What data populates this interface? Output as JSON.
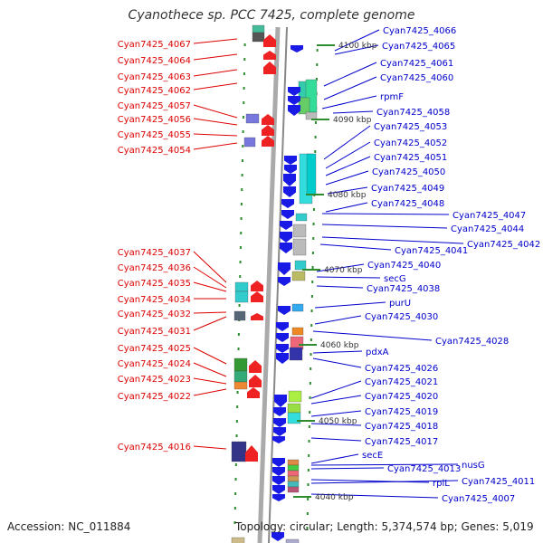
{
  "title": "Cyanothece sp. PCC 7425, complete genome",
  "accession": "Accession: NC_011884",
  "topology": "Topology: circular; Length: 5,374,574 bp; Genes: 5,019",
  "colors": {
    "left_label": "#dd0000",
    "right_label": "#0000cc",
    "left_strand_arrow": "#ee2222",
    "right_strand_arrow": "#1a1ae6",
    "backbone": "#999999",
    "tick": "#2e8b2e"
  },
  "ticks": [
    "4100 kbp",
    "4090 kbp",
    "4080 kbp",
    "4070 kbp",
    "4060 kbp",
    "4050 kbp",
    "4040 kbp"
  ],
  "left_labels": [
    "Cyan7425_4067",
    "Cyan7425_4064",
    "Cyan7425_4063",
    "Cyan7425_4062",
    "Cyan7425_4057",
    "Cyan7425_4056",
    "Cyan7425_4055",
    "Cyan7425_4054",
    "Cyan7425_4037",
    "Cyan7425_4036",
    "Cyan7425_4035",
    "Cyan7425_4034",
    "Cyan7425_4032",
    "Cyan7425_4031",
    "Cyan7425_4025",
    "Cyan7425_4024",
    "Cyan7425_4023",
    "Cyan7425_4022",
    "Cyan7425_4016"
  ],
  "right_labels": [
    "Cyan7425_4066",
    "Cyan7425_4065",
    "Cyan7425_4061",
    "Cyan7425_4060",
    "rpmF",
    "Cyan7425_4058",
    "Cyan7425_4053",
    "Cyan7425_4052",
    "Cyan7425_4051",
    "Cyan7425_4050",
    "Cyan7425_4049",
    "Cyan7425_4048",
    "Cyan7425_4047",
    "Cyan7425_4044",
    "Cyan7425_4042",
    "Cyan7425_4041",
    "Cyan7425_4040",
    "secG",
    "Cyan7425_4038",
    "purU",
    "Cyan7425_4030",
    "Cyan7425_4028",
    "pdxA",
    "Cyan7425_4026",
    "Cyan7425_4021",
    "Cyan7425_4020",
    "Cyan7425_4019",
    "Cyan7425_4018",
    "Cyan7425_4017",
    "secE",
    "nusG",
    "Cyan7425_4013",
    "rplL",
    "Cyan7425_4011",
    "Cyan7425_4007"
  ]
}
